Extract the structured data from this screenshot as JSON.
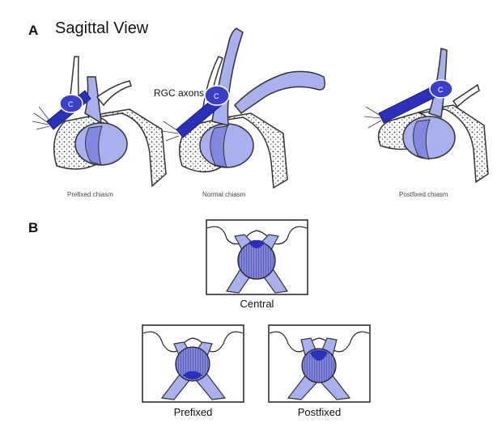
{
  "panel_a": {
    "letter": "A",
    "title": "Sagittal View",
    "annotation": "RGC axons",
    "chiasm_letter": "C",
    "captions": [
      "Prefixed chiasm",
      "Normal chiasm",
      "Postfixed chiasm"
    ]
  },
  "panel_b": {
    "letter": "B",
    "captions": [
      "Central",
      "Prefixed",
      "Postfixed"
    ]
  },
  "colors": {
    "light_blue": "#a9b0ee",
    "mid_blue": "#8088e0",
    "dark_blue": "#2b30b8",
    "outline": "#333333"
  }
}
